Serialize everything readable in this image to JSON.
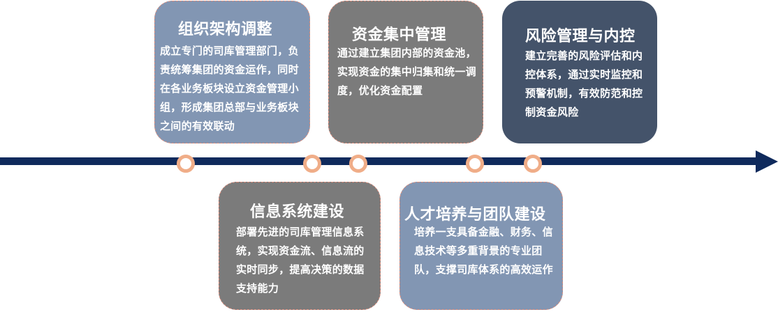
{
  "colors": {
    "timeline": "#0f2a5c",
    "marker_ring": "#f0ad88",
    "card_blue_gray": "#8296b3",
    "card_gray": "#7b7b7b",
    "card_dark_slate": "#44536a",
    "card_border": "#d98a79"
  },
  "cards": [
    {
      "title": "组织架构调整",
      "body": "成立专门的司库管理部门，负责统筹集团的资金运作，同时在各业务板块设立资金管理小组，形成集团总部与业务板块之间的有效联动"
    },
    {
      "title": "资金集中管理",
      "body": "通过建立集团内部的资金池，实现资金的集中归集和统一调度，优化资金配置"
    },
    {
      "title": "风险管理与内控",
      "body": "建立完善的风险评估和内控体系，通过实时监控和预警机制，有效防范和控制资金风险"
    },
    {
      "title": "信息系统建设",
      "body": "部署先进的司库管理信息系统，实现资金流、信息流的实时同步，提高决策的数据支持能力"
    },
    {
      "title": "人才培养与团队建设",
      "body": "培养一支具备金融、财务、信息技术等多重背景的专业团队，支撑司库体系的高效运作"
    }
  ]
}
